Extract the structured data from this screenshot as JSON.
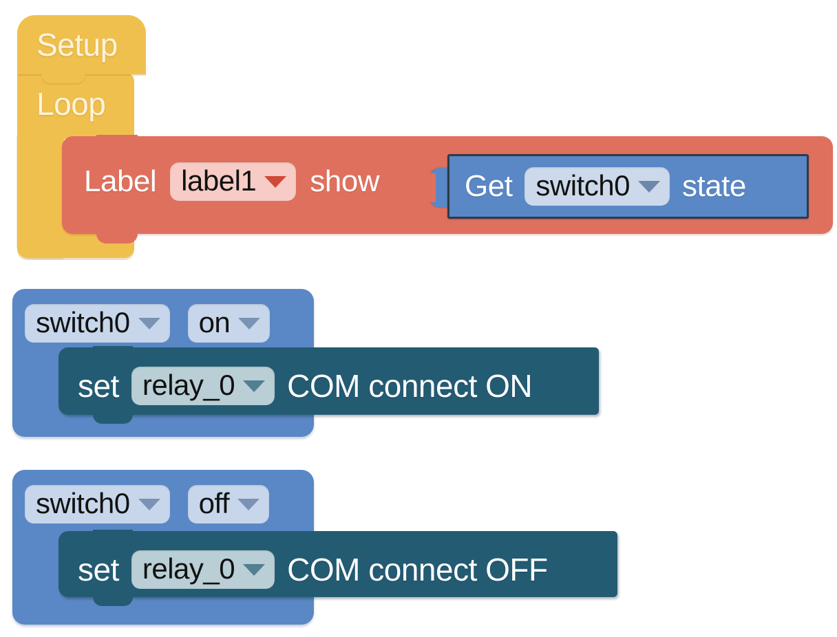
{
  "editor": {
    "kind": "visual-block-programming-canvas",
    "background_color": "#ffffff"
  },
  "palette": {
    "event_yellow": "#f0c04f",
    "ui_red": "#e0705e",
    "ui_red_field": "#f7ccc6",
    "value_blue": "#5a87c5",
    "value_blue_field": "#ccd9ea",
    "hardware_teal": "#235b73",
    "hardware_teal_field": "#b9ced5",
    "selected_outline": "#2f3a4a"
  },
  "groups": [
    {
      "id": "setup-loop-stack",
      "hat_label": "Setup",
      "loop_label": "Loop",
      "body": {
        "block": "label-show",
        "prefix": "Label",
        "field_value": "label1",
        "suffix": "show",
        "plugged_value": {
          "block": "get-switch-state",
          "prefix": "Get",
          "field_value": "switch0",
          "suffix": "state",
          "selected": true
        }
      }
    },
    {
      "id": "switch0-on-event",
      "field_device": "switch0",
      "field_state": "on",
      "statements": [
        {
          "prefix": "set",
          "field_value": "relay_0",
          "suffix": "COM connect ON"
        }
      ]
    },
    {
      "id": "switch0-off-event",
      "field_device": "switch0",
      "field_state": "off",
      "statements": [
        {
          "prefix": "set",
          "field_value": "relay_0",
          "suffix": "COM connect OFF"
        }
      ]
    }
  ],
  "icons": {
    "dropdown": "chevron-down-icon"
  }
}
